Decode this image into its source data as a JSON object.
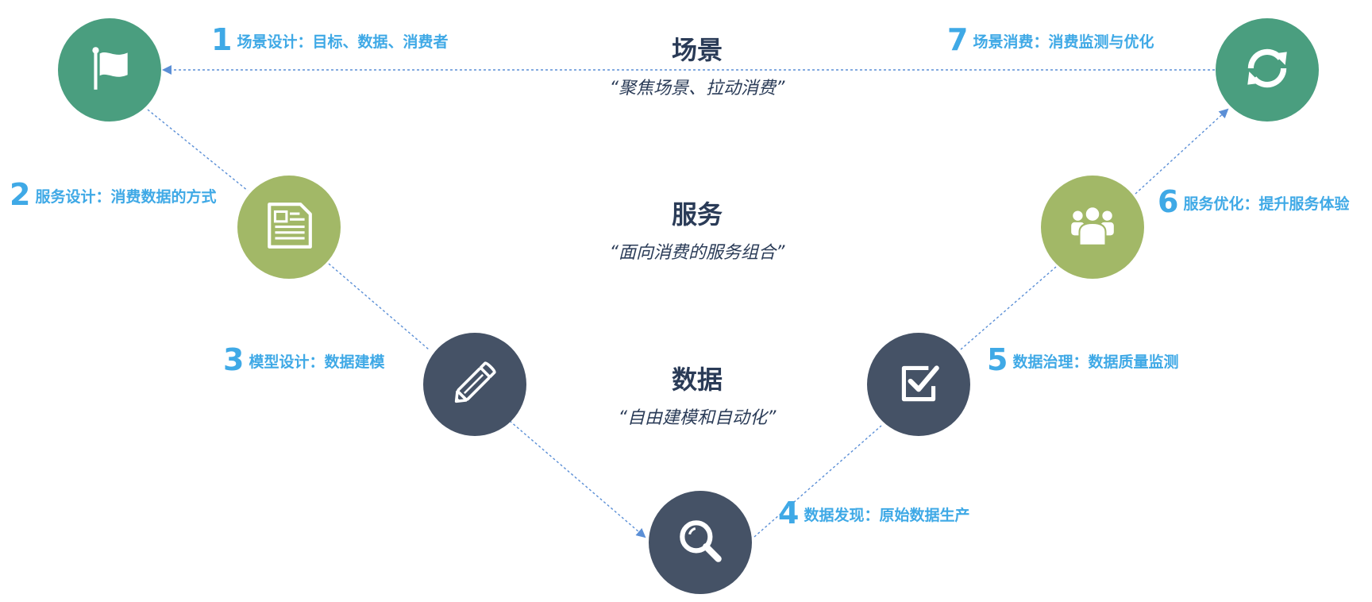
{
  "layers": [
    {
      "title": "场景",
      "subtitle": "“聚焦场景、拉动消费”"
    },
    {
      "title": "服务",
      "subtitle": "“面向消费的服务组合”"
    },
    {
      "title": "数据",
      "subtitle": "“自由建模和自动化”"
    }
  ],
  "steps": [
    {
      "number": "1",
      "label": "场景设计：目标、数据、消费者",
      "icon": "flag-icon",
      "color": "#4a9e7f"
    },
    {
      "number": "2",
      "label": "服务设计：消费数据的方式",
      "icon": "document-icon",
      "color": "#a2b867"
    },
    {
      "number": "3",
      "label": "模型设计：数据建模",
      "icon": "pencil-icon",
      "color": "#455266"
    },
    {
      "number": "4",
      "label": "数据发现：原始数据生产",
      "icon": "search-icon",
      "color": "#455266"
    },
    {
      "number": "5",
      "label": "数据治理：数据质量监测",
      "icon": "checkbox-icon",
      "color": "#455266"
    },
    {
      "number": "6",
      "label": "服务优化：提升服务体验",
      "icon": "users-icon",
      "color": "#a2b867"
    },
    {
      "number": "7",
      "label": "场景消费：消费监测与优化",
      "icon": "refresh-icon",
      "color": "#4a9e7f"
    }
  ],
  "colors": {
    "label": "#3fa9e6",
    "arrow": "#5b8fd6",
    "text_dark": "#2a3b57"
  }
}
